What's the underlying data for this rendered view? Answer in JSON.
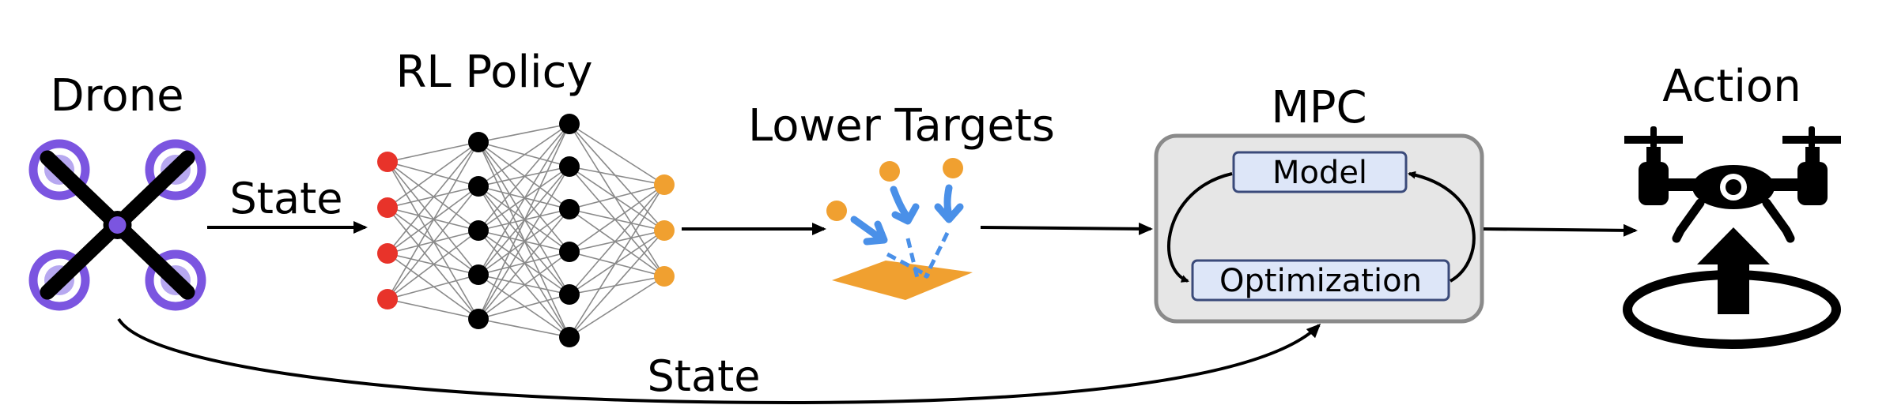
{
  "labels": {
    "drone": "Drone",
    "rl_policy": "RL Policy",
    "lower_targets": "Lower Targets",
    "mpc": "MPC",
    "action": "Action",
    "state_top": "State",
    "state_bottom": "State",
    "model": "Model",
    "optimization": "Optimization"
  },
  "network": {
    "layers": [
      4,
      5,
      6,
      3
    ],
    "layer_colors": [
      "#e8332a",
      "#000000",
      "#000000",
      "#f0a030"
    ]
  },
  "colors": {
    "drone_ring": "#7b55e0",
    "drone_ring_inner": "#b7a8f0",
    "target_orange": "#f0a030",
    "arrow_blue": "#4a90e8",
    "mpc_box_fill": "#e6e6e6",
    "mpc_box_stroke": "#8a8a8a",
    "inner_box_fill": "#dde6f8",
    "inner_box_stroke": "#3a4a7a"
  }
}
